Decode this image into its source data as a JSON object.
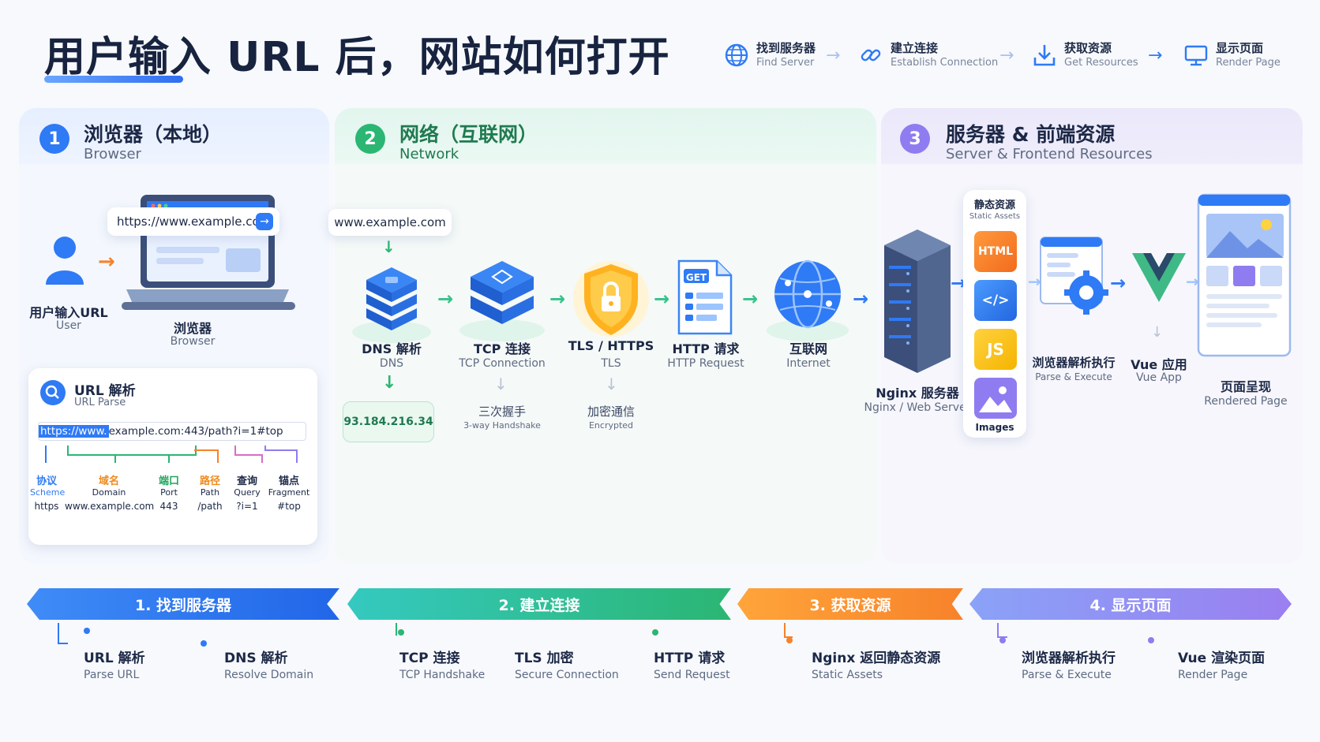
{
  "header": {
    "title": "用户输入 URL 后，网站如何打开",
    "steps": [
      {
        "zh": "找到服务器",
        "en": "Find Server",
        "icon": "globe-icon"
      },
      {
        "zh": "建立连接",
        "en": "Establish Connection",
        "icon": "link-icon"
      },
      {
        "zh": "获取资源",
        "en": "Get Resources",
        "icon": "download-icon"
      },
      {
        "zh": "显示页面",
        "en": "Render Page",
        "icon": "monitor-icon"
      }
    ],
    "arrow": "→"
  },
  "panel1": {
    "num": "1",
    "title": "浏览器（本地）",
    "subtitle": "Browser",
    "user_zh": "用户输入URL",
    "user_en": "User",
    "url_bubble": "https://www.example.com",
    "browser_zh": "浏览器",
    "browser_en": "Browser",
    "parse": {
      "title": "URL 解析",
      "subtitle": "URL Parse",
      "url_highlight": "https://www.",
      "url_rest": "example.com:443/path?i=1#top",
      "parts": [
        {
          "zh": "协议",
          "en": "Scheme",
          "val": "https",
          "color": "#2f7af5"
        },
        {
          "zh": "域名",
          "en": "Domain",
          "val": "www.example.com",
          "color": "#f08a1c"
        },
        {
          "zh": "端口",
          "en": "Port",
          "val": "443",
          "color": "#22a45d"
        },
        {
          "zh": "路径",
          "en": "Path",
          "val": "/path",
          "color": "#f08a1c"
        },
        {
          "zh": "查询",
          "en": "Query",
          "val": "?i=1",
          "color": "#1c2846"
        },
        {
          "zh": "锚点",
          "en": "Fragment",
          "val": "#top",
          "color": "#1c2846"
        }
      ]
    }
  },
  "panel2": {
    "num": "2",
    "title": "网络（互联网）",
    "subtitle": "Network",
    "dns_bubble": "www.example.com",
    "steps": [
      {
        "zh": "DNS 解析",
        "en": "DNS"
      },
      {
        "zh": "TCP 连接",
        "en": "TCP Connection"
      },
      {
        "zh": "TLS / HTTPS",
        "en": "TLS"
      },
      {
        "zh": "HTTP 请求",
        "en": "HTTP Request"
      },
      {
        "zh": "互联网",
        "en": "Internet"
      }
    ],
    "ip": "93.184.216.34",
    "handshake_zh": "三次握手",
    "handshake_en": "3-way Handshake",
    "encrypt_zh": "加密通信",
    "encrypt_en": "Encrypted",
    "get_label": "GET"
  },
  "panel3": {
    "num": "3",
    "title": "服务器 & 前端资源",
    "subtitle": "Server & Frontend Resources",
    "nginx_zh": "Nginx 服务器",
    "nginx_en": "Nginx / Web Server",
    "assets_zh": "静态资源",
    "assets_en": "Static Assets",
    "asset_labels": [
      "HTML",
      "</>",
      "JS"
    ],
    "images": "Images",
    "parse_zh": "浏览器解析执行",
    "parse_en": "Parse & Execute",
    "vue_zh": "Vue 应用",
    "vue_en": "Vue App",
    "render_zh": "页面呈现",
    "render_en": "Rendered Page"
  },
  "bottom": {
    "banners": [
      {
        "label": "1. 找到服务器",
        "from": "#3f8cf7",
        "to": "#2166e8"
      },
      {
        "label": "2. 建立连接",
        "from": "#35c9c0",
        "to": "#2bb673"
      },
      {
        "label": "3. 获取资源",
        "from": "#ffa53a",
        "to": "#f7822a"
      },
      {
        "label": "4. 显示页面",
        "from": "#8aa2f7",
        "to": "#9a7ff0"
      }
    ],
    "items": [
      {
        "zh": "URL 解析",
        "en": "Parse URL"
      },
      {
        "zh": "DNS 解析",
        "en": "Resolve Domain"
      },
      {
        "zh": "TCP 连接",
        "en": "TCP Handshake"
      },
      {
        "zh": "TLS 加密",
        "en": "Secure Connection"
      },
      {
        "zh": "HTTP 请求",
        "en": "Send Request"
      },
      {
        "zh": "Nginx 返回静态资源",
        "en": "Static Assets"
      },
      {
        "zh": "浏览器解析执行",
        "en": "Parse & Execute"
      },
      {
        "zh": "Vue 渲染页面",
        "en": "Render Page"
      }
    ]
  },
  "colors": {
    "blue": "#2f7af5",
    "green": "#2bb673",
    "orange": "#f7822a",
    "purple": "#8f7cf0"
  }
}
